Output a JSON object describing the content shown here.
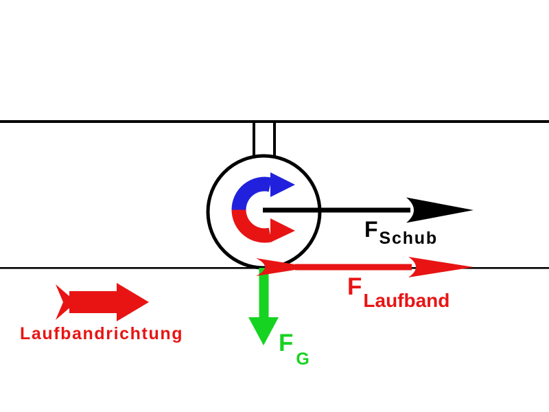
{
  "colors": {
    "black": "#000000",
    "red": "#e81414",
    "blue": "#2121dd",
    "green": "#16d321",
    "background": "#ffffff"
  },
  "labels": {
    "thrust": {
      "symbol": "F",
      "subscript": "Schub"
    },
    "treadmill_force": {
      "symbol": "F",
      "subscript": "Laufband"
    },
    "weight": {
      "symbol": "F",
      "subscript": "G"
    },
    "treadmill_direction": "Laufbandrichtung"
  },
  "arrows": [
    {
      "icon": "rotation-arrow-icon",
      "color": "blue/red",
      "direction": "right",
      "label": ""
    },
    {
      "icon": "thrust-arrow-icon",
      "color": "black",
      "direction": "right",
      "label": "F Schub"
    },
    {
      "icon": "treadmill-force-arrow-icon",
      "color": "red",
      "direction": "right",
      "label": "F Laufband"
    },
    {
      "icon": "gravity-arrow-icon",
      "color": "green",
      "direction": "down",
      "label": "F G"
    },
    {
      "icon": "treadmill-direction-arrow-icon",
      "color": "red",
      "direction": "right",
      "label": "Laufbandrichtung"
    }
  ]
}
